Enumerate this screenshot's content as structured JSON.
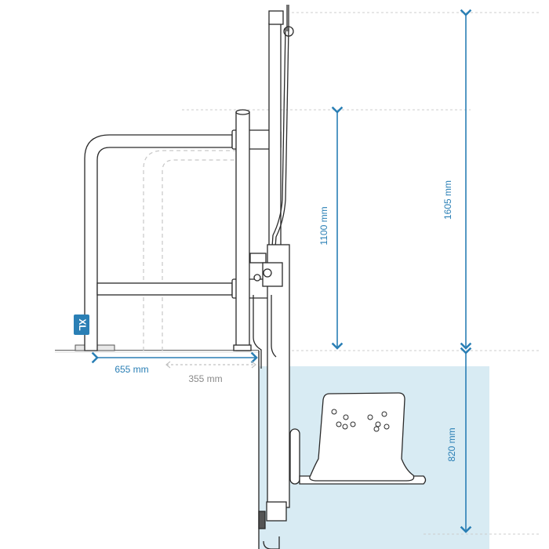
{
  "badge": {
    "label": "XL"
  },
  "dimensions": {
    "total_height": "1605 mm",
    "rail_height": "1100 mm",
    "water_depth": "820 mm",
    "reach_main": "655 mm",
    "reach_alt": "355 mm"
  },
  "colors": {
    "accent": "#2a7fb5",
    "water": "#d8ebf3",
    "line": "#2a2a2a",
    "ghost": "#c2c2c2",
    "grey_text": "#8a8a8a"
  }
}
